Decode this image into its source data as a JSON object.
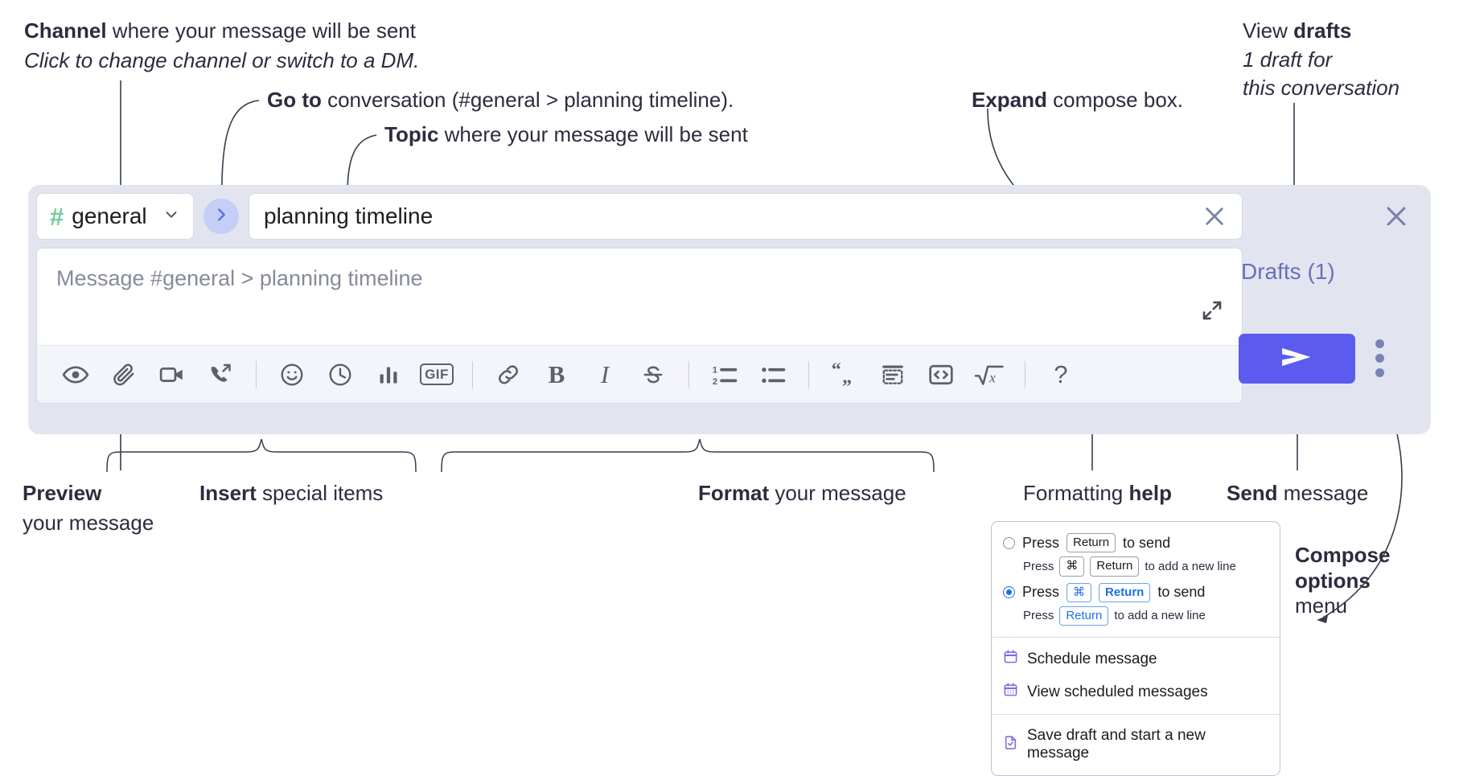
{
  "annotations": {
    "channel": {
      "bold": "Channel",
      "rest": " where your message will be sent",
      "italic": "Click to change channel or switch to a DM."
    },
    "goto": {
      "bold": "Go to",
      "rest": " conversation (#general > planning timeline)."
    },
    "topic": {
      "bold": "Topic",
      "rest": " where your message will be sent"
    },
    "expand": {
      "bold": "Expand",
      "rest": " compose box."
    },
    "drafts": {
      "plain": "View ",
      "bold": "drafts",
      "italic_line1": "1 draft for",
      "italic_line2": "this conversation"
    },
    "preview": {
      "bold": "Preview",
      "line2": "your message"
    },
    "insert": {
      "bold": "Insert",
      "rest": " special items"
    },
    "format": {
      "bold": "Format",
      "rest": " your message"
    },
    "formatting_help": {
      "plain": "Formatting ",
      "bold": "help"
    },
    "send": {
      "bold": "Send",
      "rest": " message"
    },
    "compose_options": {
      "bold_line1": "Compose",
      "bold_line2": "options",
      "line3": "menu"
    }
  },
  "compose": {
    "channel": {
      "hash": "#",
      "name": "general",
      "chevron_icon": "chevron-down-icon"
    },
    "goto_icon": "chevron-right-icon",
    "topic": {
      "value": "planning timeline",
      "clear_icon": "close-icon"
    },
    "message": {
      "placeholder": "Message #general > planning timeline",
      "expand_icon": "expand-icon"
    },
    "panel_close_icon": "close-icon",
    "drafts_label": "Drafts (1)",
    "send_icon": "send-paper-plane-icon",
    "kebab_icon": "more-vertical-icon",
    "toolbar": [
      {
        "name": "preview-button",
        "icon": "eye-icon",
        "label": "Preview"
      },
      {
        "name": "attach-button",
        "icon": "paperclip-icon",
        "label": "Attach file"
      },
      {
        "name": "video-clip-button",
        "icon": "video-camera-icon",
        "label": "Record video clip"
      },
      {
        "name": "audio-clip-button",
        "icon": "phone-arrow-icon",
        "label": "Record audio clip"
      },
      {
        "name": "divider-1",
        "icon": "divider",
        "label": ""
      },
      {
        "name": "emoji-button",
        "icon": "smiley-icon",
        "label": "Emoji"
      },
      {
        "name": "reminder-button",
        "icon": "clock-icon",
        "label": "Reminder"
      },
      {
        "name": "poll-button",
        "icon": "bar-chart-icon",
        "label": "Poll"
      },
      {
        "name": "gif-button",
        "icon": "gif-icon",
        "label": "GIF"
      },
      {
        "name": "divider-2",
        "icon": "divider",
        "label": ""
      },
      {
        "name": "link-button",
        "icon": "link-icon",
        "label": "Link"
      },
      {
        "name": "bold-button",
        "icon": "bold-icon",
        "label": "B"
      },
      {
        "name": "italic-button",
        "icon": "italic-icon",
        "label": "I"
      },
      {
        "name": "strikethrough-button",
        "icon": "strikethrough-icon",
        "label": "S"
      },
      {
        "name": "divider-3",
        "icon": "divider",
        "label": ""
      },
      {
        "name": "ordered-list-button",
        "icon": "ordered-list-icon",
        "label": ""
      },
      {
        "name": "bulleted-list-button",
        "icon": "bulleted-list-icon",
        "label": ""
      },
      {
        "name": "divider-4",
        "icon": "divider",
        "label": ""
      },
      {
        "name": "blockquote-button",
        "icon": "quote-icon",
        "label": ""
      },
      {
        "name": "code-block-button",
        "icon": "code-block-icon",
        "label": ""
      },
      {
        "name": "inline-code-button",
        "icon": "code-brackets-icon",
        "label": ""
      },
      {
        "name": "math-button",
        "icon": "square-root-x-icon",
        "label": ""
      },
      {
        "name": "divider-5",
        "icon": "divider",
        "label": ""
      },
      {
        "name": "formatting-help-button",
        "icon": "question-mark-icon",
        "label": "?"
      }
    ]
  },
  "menu": {
    "options": [
      {
        "selected": false,
        "press": "Press",
        "keys": [
          "Return"
        ],
        "action": "to send",
        "sub_press": "Press",
        "sub_keys": [
          "⌘",
          "Return"
        ],
        "sub_action": "to add a new line"
      },
      {
        "selected": true,
        "press": "Press",
        "keys": [
          "⌘",
          "Return"
        ],
        "action": "to send",
        "sub_press": "Press",
        "sub_keys": [
          "Return"
        ],
        "sub_action": "to add a new line"
      }
    ],
    "items": [
      {
        "icon": "calendar-schedule-icon",
        "label": "Schedule message"
      },
      {
        "icon": "calendar-grid-icon",
        "label": "View scheduled messages"
      },
      {
        "icon": "document-check-icon",
        "label": "Save draft and start a new message"
      }
    ]
  },
  "colors": {
    "panel_bg": "#e2e5f0",
    "accent_send": "#5b5bf0",
    "channel_hash_green": "#6fcf97",
    "goto_circle": "#c5cef6",
    "drafts_text": "#6b6fb8",
    "radio_blue": "#1d6fe8"
  }
}
